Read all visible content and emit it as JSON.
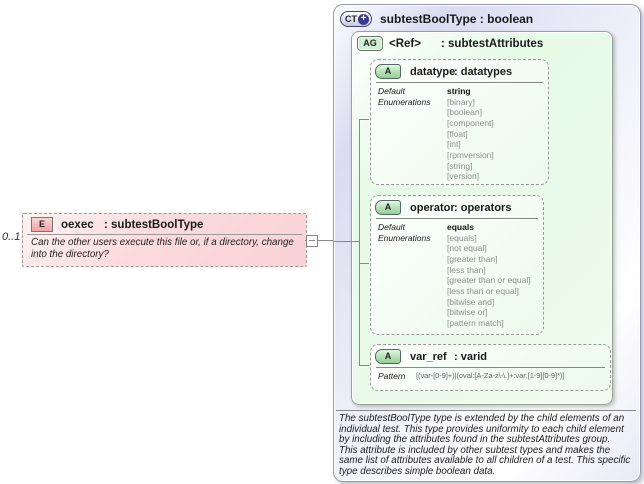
{
  "element": {
    "cardinality": "0..1",
    "badge": "E",
    "name": "oexec",
    "type": ": subtestBoolType",
    "annotation": "Can the other users execute this file or, if a directory, change into the directory?"
  },
  "icons": {
    "plus": "+"
  },
  "complex_type": {
    "badge": "CT",
    "title": "subtestBoolType : boolean",
    "annotation": "The subtestBoolType type is extended by the child elements of an individual test.  This type provides uniformity to each child element by including the attributes found in the subtestAttributes group.  This attribute is included by other subtest types and makes the same list of attributes available to all children of a test.  This specific type describes simple boolean data.",
    "attribute_group": {
      "badge": "AG",
      "name": "<Ref>",
      "type": ": subtestAttributes",
      "attributes": [
        {
          "badge": "A",
          "name": "datatype",
          "type": ": datatypes",
          "default_label": "Default",
          "default_value": "string",
          "enum_label": "Enumerations",
          "enums": [
            "[binary]",
            "[boolean]",
            "[component]",
            "[float]",
            "[int]",
            "[rpmversion]",
            "[string]",
            "[version]"
          ]
        },
        {
          "badge": "A",
          "name": "operator",
          "type": ": operators",
          "default_label": "Default",
          "default_value": "equals",
          "enum_label": "Enumerations",
          "enums": [
            "[equals]",
            "[not equal]",
            "[greater than]",
            "[less than]",
            "[greater than or equal]",
            "[less than or equal]",
            "[bitwise and]",
            "[bitwise or]",
            "[pattern match]"
          ]
        },
        {
          "badge": "A",
          "name": "var_ref",
          "type": ": varid",
          "pattern_label": "Pattern",
          "pattern_value": "[(var-[0-9]+)|(oval:[A-Za-z\\-\\.]+:var:[1-9][0-9]*)]"
        }
      ]
    }
  }
}
